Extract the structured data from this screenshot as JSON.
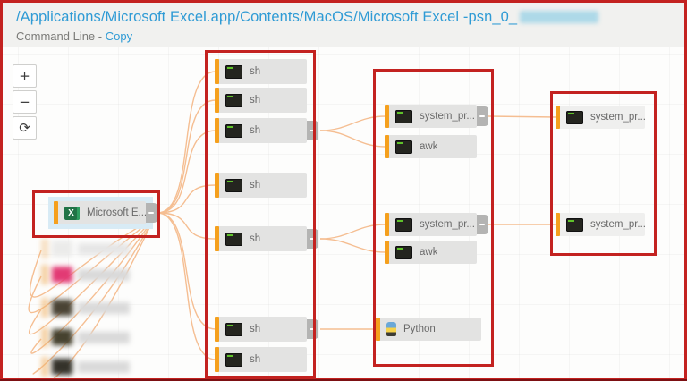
{
  "header": {
    "title": "/Applications/Microsoft Excel.app/Contents/MacOS/Microsoft Excel -psn_0_",
    "subtitle_label": "Command Line -",
    "copy_link": "Copy"
  },
  "toolbar": {
    "zoom_in": "+",
    "zoom_out": "−",
    "refresh": "⟳"
  },
  "colors": {
    "title_blue": "#2f9bd5",
    "edge_orange": "#f4b480",
    "accent_orange": "#f5a01d",
    "highlight_red": "#c32220",
    "node_gray": "#e3e3e2",
    "node_light": "#efefee",
    "selection_blue": "#d8ebf5"
  },
  "graph": {
    "nodes": [
      {
        "id": "excel",
        "label": "Microsoft E...",
        "icon": "excel-icon"
      },
      {
        "id": "sh-1",
        "label": "sh",
        "icon": "terminal-icon"
      },
      {
        "id": "sh-2",
        "label": "sh",
        "icon": "terminal-icon"
      },
      {
        "id": "sh-3",
        "label": "sh",
        "icon": "terminal-icon"
      },
      {
        "id": "sh-4",
        "label": "sh",
        "icon": "terminal-icon"
      },
      {
        "id": "sh-5",
        "label": "sh",
        "icon": "terminal-icon"
      },
      {
        "id": "sh-6",
        "label": "sh",
        "icon": "terminal-icon"
      },
      {
        "id": "sh-7",
        "label": "sh",
        "icon": "terminal-icon"
      },
      {
        "id": "system-process-1",
        "label": "system_pr...",
        "icon": "terminal-icon"
      },
      {
        "id": "awk-1",
        "label": "awk",
        "icon": "terminal-icon"
      },
      {
        "id": "system-process-2",
        "label": "system_pr...",
        "icon": "terminal-icon"
      },
      {
        "id": "awk-2",
        "label": "awk",
        "icon": "terminal-icon"
      },
      {
        "id": "python",
        "label": "Python",
        "icon": "python-icon"
      },
      {
        "id": "system-process-3",
        "label": "system_pr...",
        "icon": "terminal-icon"
      },
      {
        "id": "system-process-4",
        "label": "system_pr...",
        "icon": "terminal-icon"
      }
    ],
    "blurred_rows": [
      {
        "icon_color": "#ebebea"
      },
      {
        "icon_color": "#e23a74"
      },
      {
        "icon_color": "#4a4334"
      },
      {
        "icon_color": "#46422f"
      },
      {
        "icon_color": "#34322a"
      }
    ]
  }
}
